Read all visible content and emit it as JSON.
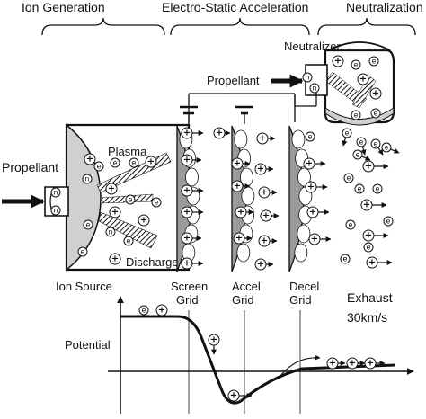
{
  "header": {
    "sections": [
      "Ion  Generation",
      "Electro-Static Acceleration",
      "Neutralization"
    ]
  },
  "labels": {
    "neutralizer": "Neutralizer",
    "propellant_top": "Propellant",
    "propellant_left": "Propellant",
    "plasma": "Plasma",
    "discharge": "Discharge",
    "ion_source": "Ion Source",
    "screen_grid": [
      "Screen",
      "Grid"
    ],
    "accel_grid": [
      "Accel",
      "Grid"
    ],
    "decel_grid": [
      "Decel",
      "Grid"
    ],
    "exhaust": [
      "Exhaust",
      "30km/s"
    ],
    "potential": "Potential"
  },
  "particles": {
    "ion_symbol": "+",
    "electron_symbol": "e",
    "neutral_symbol": "n"
  },
  "colors": {
    "ink": "#111111",
    "grid_gray": "#9a9a9a",
    "chamber_gray": "#d0d0d0",
    "background": "#ffffff"
  }
}
